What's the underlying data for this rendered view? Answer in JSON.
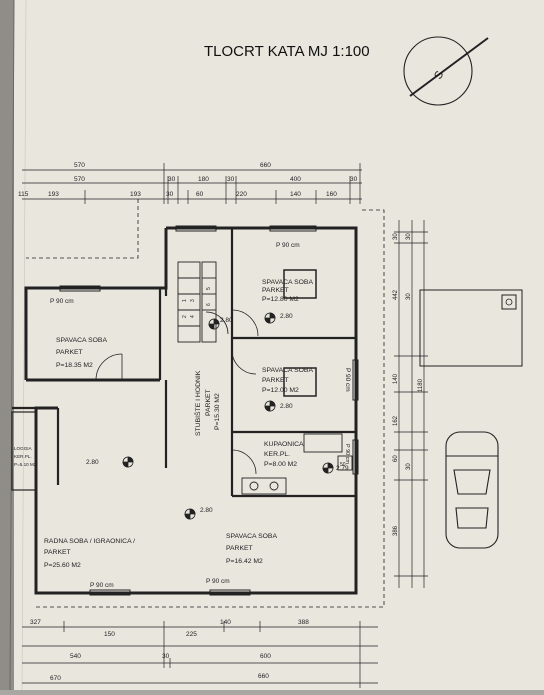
{
  "title": "TLOCRT KATA MJ 1:100",
  "north_letter": "S",
  "dims": {
    "top": [
      "570",
      "660",
      "570",
      "30",
      "180",
      "30",
      "400",
      "30",
      "193",
      "193",
      "30",
      "60",
      "220",
      "140",
      "160"
    ],
    "left_edge": "115",
    "right": [
      "30",
      "30",
      "442",
      "140",
      "1180",
      "30",
      "162",
      "60",
      "30",
      "386"
    ],
    "bottom": [
      "327",
      "150",
      "225",
      "140",
      "388",
      "540",
      "30",
      "600",
      "670",
      "660"
    ]
  },
  "rooms": [
    {
      "name": "SPAVACA SOBA",
      "floor": "PARKET",
      "area": "P=12.80 M2"
    },
    {
      "name": "SPAVACA SOBA",
      "floor": "PARKET",
      "area": "P=18.35 M2"
    },
    {
      "name": "SPAVACA SOBA",
      "floor": "PARKET",
      "area": "P=12.00 M2"
    },
    {
      "name": "STUBIŠTE I HODNIK",
      "floor": "PARKET",
      "area": "P=15.30 M2"
    },
    {
      "name": "KUPAONICA",
      "floor": "KER.PL.",
      "area": "P=8.00 M2"
    },
    {
      "name": "RADNA SOBA / IGRAONICA /",
      "floor": "PARKET",
      "area": "P=25.60 M2"
    },
    {
      "name": "SPAVACA SOBA",
      "floor": "PARKET",
      "area": "P=16.42 M2"
    },
    {
      "name": "LOGGIA",
      "floor": "KER.PL.",
      "area": "P=5.10 M2"
    }
  ],
  "parapets": [
    "P 90 cm",
    "P 90 cm",
    "P 90 cm",
    "P 90 cm",
    "P 90 cm",
    "P 90 cm"
  ],
  "levels": [
    "2.80",
    "2.80",
    "2.80",
    "2.80",
    "2.80",
    "2.79"
  ],
  "stair_steps": [
    "1",
    "2",
    "3",
    "4",
    "5",
    "6"
  ],
  "bath_fixture": "50"
}
